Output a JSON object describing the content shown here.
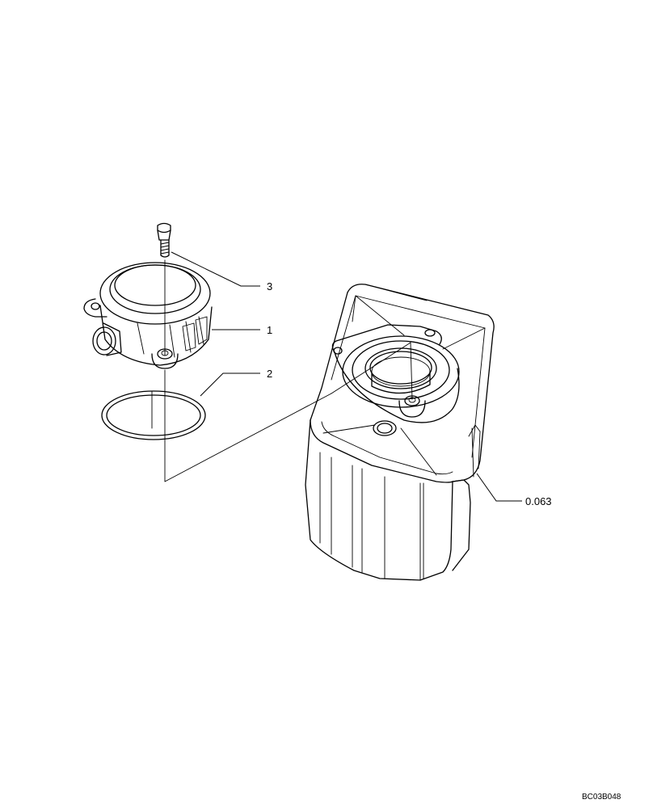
{
  "callouts": {
    "bolt": "3",
    "cover": "1",
    "ring": "2",
    "housing": "0.063"
  },
  "drawing_code": "BC03B048",
  "icons": {
    "bolt": "bolt-icon",
    "cover": "thermostat-cover-icon",
    "ring": "o-ring-icon",
    "housing": "housing-icon"
  }
}
